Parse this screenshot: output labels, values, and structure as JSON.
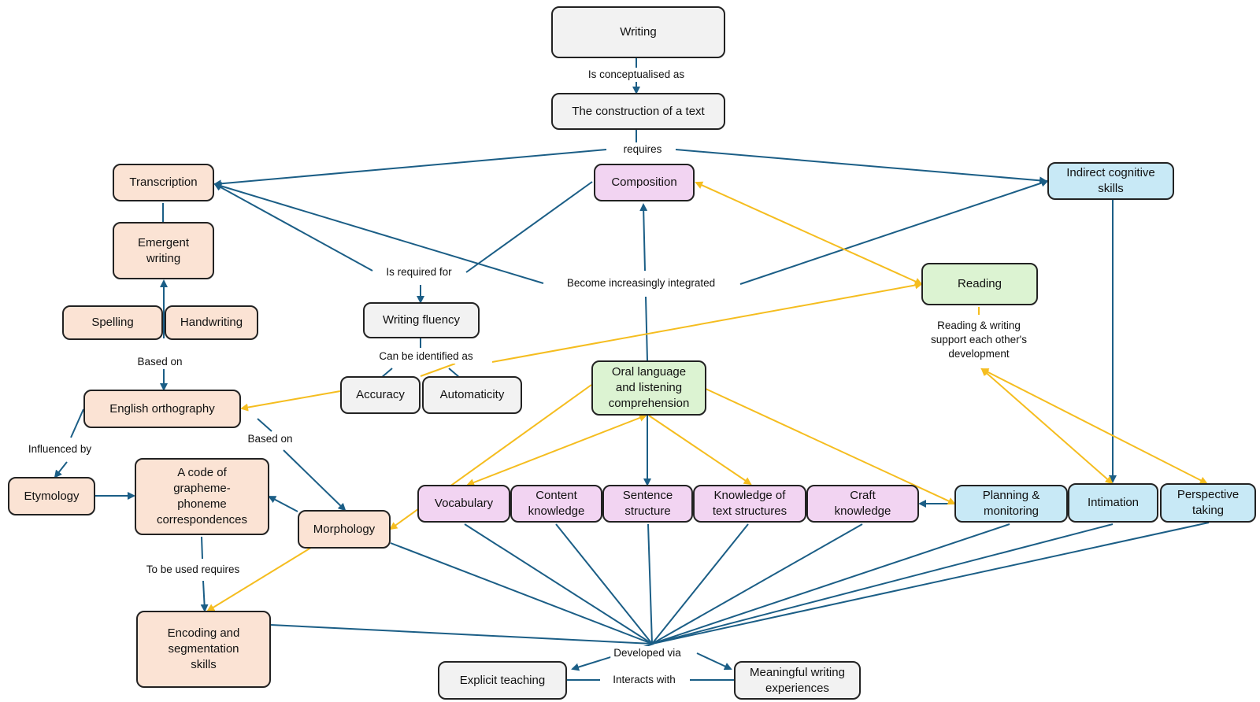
{
  "colors": {
    "structural": "#1b5e86",
    "reciprocal": "#f5bd1f"
  },
  "nodes": {
    "writing": "Writing",
    "construction": "The construction of a text",
    "transcription": "Transcription",
    "composition": "Composition",
    "indirect": "Indirect cognitive\nskills",
    "emergent": "Emergent\nwriting",
    "reading": "Reading",
    "spelling": "Spelling",
    "handwriting": "Handwriting",
    "fluency": "Writing fluency",
    "accuracy": "Accuracy",
    "automaticity": "Automaticity",
    "oral": "Oral language\nand listening\ncomprehension",
    "orthography": "English orthography",
    "etymology": "Etymology",
    "gpc": "A code of\ngrapheme-\nphoneme\ncorrespondences",
    "morphology": "Morphology",
    "vocabulary": "Vocabulary",
    "content": "Content\nknowledge",
    "sentence": "Sentence\nstructure",
    "textstructures": "Knowledge of\ntext structures",
    "craft": "Craft\nknowledge",
    "planning": "Planning &\nmonitoring",
    "intimation": "Intimation",
    "perspective": "Perspective\ntaking",
    "encoding": "Encoding and\nsegmentation\nskills",
    "explicit": "Explicit teaching",
    "meaningful": "Meaningful writing\nexperiences"
  },
  "labels": {
    "conceptualised": "Is conceptualised as",
    "requires": "requires",
    "required_for": "Is required for",
    "integrated": "Become increasingly integrated",
    "reading_support": "Reading & writing\nsupport each other's\ndevelopment",
    "identified_as": "Can be identified as",
    "based_on_1": "Based on",
    "based_on_2": "Based on",
    "influenced_by": "Influenced by",
    "to_be_used": "To be used requires",
    "developed_via": "Developed via",
    "interacts_with": "Interacts with"
  }
}
